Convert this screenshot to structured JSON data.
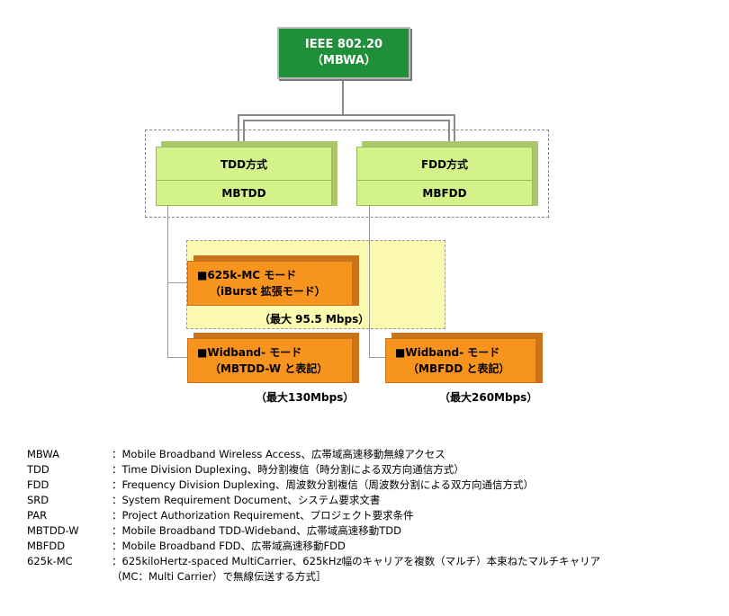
{
  "root": {
    "line1": "IEEE 802.20",
    "line2": "（MBWA）"
  },
  "tdd": {
    "title": "TDD方式",
    "sub": "MBTDD"
  },
  "fdd": {
    "title": "FDD方式",
    "sub": "MBFDD"
  },
  "mode625": {
    "line1": "■625k-MC モード",
    "line2": "（iBurst 拡張モード）",
    "speed": "（最大 95.5 Mbps）"
  },
  "wideband_tdd": {
    "line1": "■Widband- モード",
    "line2": "（MBTDD-W と表記）",
    "speed": "（最大130Mbps）"
  },
  "wideband_fdd": {
    "line1": "■Widband- モード",
    "line2": "（MBFDD と表記）",
    "speed": "（最大260Mbps）"
  },
  "legend": [
    {
      "term": "MBWA",
      "desc": "：Mobile Broadband Wireless Access、広帯域高速移動無線アクセス"
    },
    {
      "term": "TDD",
      "desc": "：Time Division Duplexing、時分割複信（時分割による双方向通信方式）"
    },
    {
      "term": "FDD",
      "desc": "：Frequency Division Duplexing、周波数分割複信（周波数分割による双方向通信方式）"
    },
    {
      "term": "SRD",
      "desc": "：System Requirement Document、システム要求文書"
    },
    {
      "term": "PAR",
      "desc": "：Project Authorization Requirement、プロジェクト要求条件"
    },
    {
      "term": "MBTDD-W",
      "desc": "：Mobile Broadband TDD-Wideband、広帯域高速移動TDD"
    },
    {
      "term": "MBFDD",
      "desc": "：Mobile Broadband FDD、広帯域高速移動FDD"
    },
    {
      "term": "625k-MC",
      "desc": "：625kiloHertz-spaced MultiCarrier、625kHz幅のキャリアを複数（マルチ）本束ねたマルチキャリア"
    }
  ],
  "legend_cont": "（MC：Multi Carrier）で無線伝送する方式］",
  "colors": {
    "root": "#1f8f3a",
    "green": "#d3f28a",
    "orange": "#f7941d",
    "yellow": "#fbf9b0"
  }
}
